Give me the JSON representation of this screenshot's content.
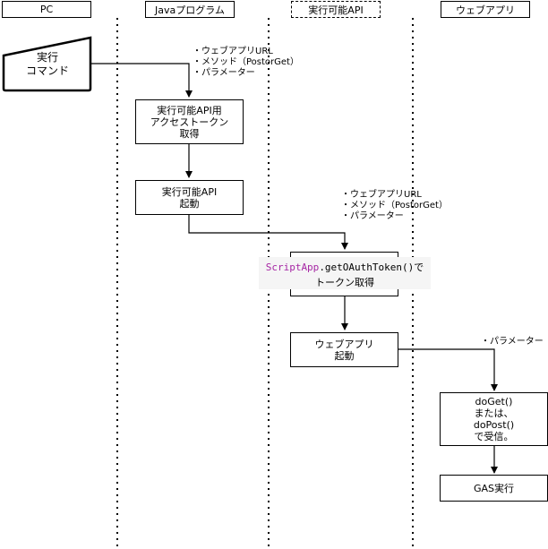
{
  "lanes": [
    "PC",
    "Javaプログラム",
    "実行可能API",
    "ウェブアプリ"
  ],
  "nodes": {
    "command": [
      "実行",
      "コマンド"
    ],
    "get_token": [
      "実行可能API用",
      "アクセストークン",
      "取得"
    ],
    "start_api": [
      "実行可能API",
      "起動"
    ],
    "token_class": "ScriptApp",
    "token_method": ".getOAuthToken()",
    "token_suffix": "で",
    "token_line2": "トークン取得",
    "start_webapp": [
      "ウェブアプリ",
      "起動"
    ],
    "receive": [
      "doGet()",
      "または、",
      "doPost()",
      "で受信。"
    ],
    "gas_run": "GAS実行"
  },
  "notes": {
    "note1": [
      "・ウェブアプリURL",
      "・メソッド（PostorGet）",
      "・パラメーター"
    ],
    "note2": [
      "・ウェブアプリURL",
      "・メソッド（PostorGet）",
      "・パラメーター"
    ],
    "note3": [
      "・パラメーター"
    ]
  }
}
